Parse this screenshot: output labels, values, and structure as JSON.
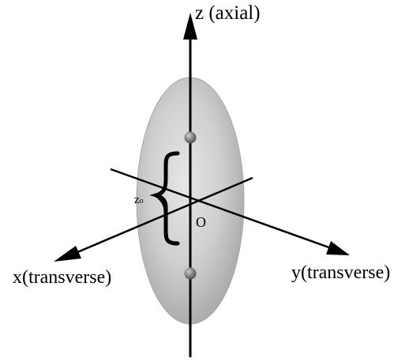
{
  "labels": {
    "z_axis": "z (axial)",
    "x_axis": "x(transverse)",
    "y_axis": "y(transverse)",
    "origin": "O",
    "z0_main": "z",
    "z0_sub": "o"
  },
  "colors": {
    "background": "#ffffff",
    "ellipsoid_fill": "#c9c9c9",
    "ellipsoid_edge": "#a8a8a8",
    "axis": "#000000",
    "spot": "#6e6e6e"
  }
}
